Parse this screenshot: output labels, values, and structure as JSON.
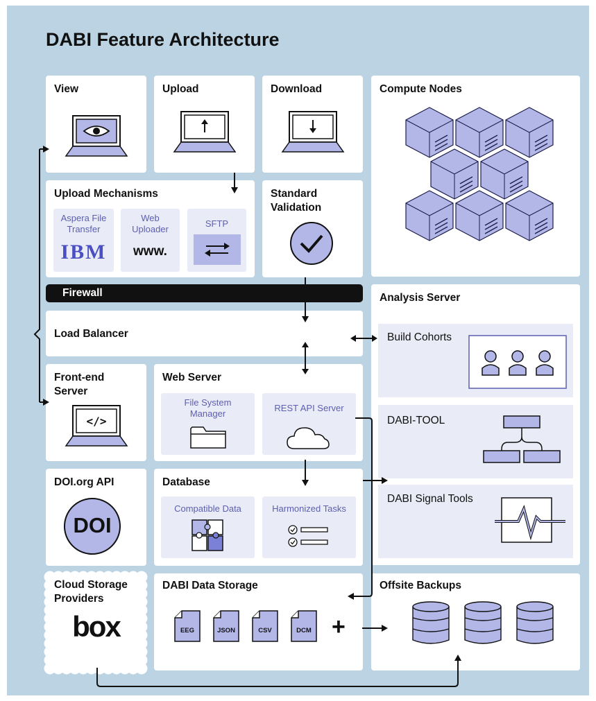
{
  "title": "DABI Feature Architecture",
  "cards": {
    "view": "View",
    "upload": "Upload",
    "download": "Download",
    "compute_nodes": "Compute Nodes",
    "upload_mechanisms": "Upload Mechanisms",
    "standard_validation": "Standard Validation",
    "analysis_server": "Analysis Server",
    "load_balancer": "Load Balancer",
    "front_end_server": "Front-end Server",
    "web_server": "Web Server",
    "doi_api": "DOI.org API",
    "database": "Database",
    "cloud_storage": "Cloud Storage Providers",
    "dabi_data_storage": "DABI Data Storage",
    "offsite_backups": "Offsite Backups"
  },
  "firewall": "Firewall",
  "upload_mechanisms": {
    "aspera": "Aspera File Transfer",
    "ibm": "IBM",
    "web_uploader": "Web Uploader",
    "www": "www.",
    "sftp": "SFTP"
  },
  "analysis": {
    "build_cohorts": "Build Cohorts",
    "dabi_tool": "DABI-TOOL",
    "signal_tools": "DABI Signal Tools"
  },
  "web_server": {
    "file_system_manager": "File System Manager",
    "rest_api": "REST API Server"
  },
  "frontend_code": "</>",
  "doi_badge": "DOI",
  "database": {
    "compatible_data": "Compatible Data",
    "harmonized_tasks": "Harmonized Tasks"
  },
  "box_logo": "box",
  "file_types": [
    "EEG",
    "JSON",
    "CSV",
    "DCM"
  ],
  "plus": "+",
  "colors": {
    "background": "#bcd3e3",
    "accent": "#b3b7e8",
    "accent_dark": "#5c5fb0",
    "sub_panel": "#e9ebf6"
  },
  "icons": [
    "eye-icon",
    "upload-arrow-icon",
    "download-arrow-icon",
    "compute-cube-icon",
    "checkmark-icon",
    "transfer-arrows-icon",
    "person-icon",
    "tree-diagram-icon",
    "signal-wave-icon",
    "folder-icon",
    "cloud-icon",
    "puzzle-icon",
    "task-list-icon",
    "database-cylinder-icon",
    "file-icon"
  ]
}
